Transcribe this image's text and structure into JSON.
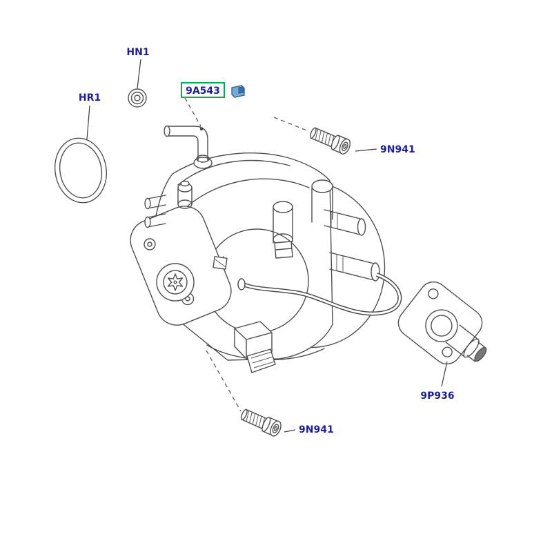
{
  "diagram": {
    "background": "#ffffff",
    "labels": {
      "hn1": "HN1",
      "hr1": "HR1",
      "pump": "9A543",
      "bolt_upper": "9N941",
      "bolt_lower": "9N941",
      "valve": "9P936"
    },
    "colors": {
      "label_text": "#1e1e9c",
      "highlight_box": "#00b050",
      "line_art": "#4d4d4d",
      "clip_fill": "#74a9d8",
      "clip_stroke": "#2b5d94"
    }
  }
}
